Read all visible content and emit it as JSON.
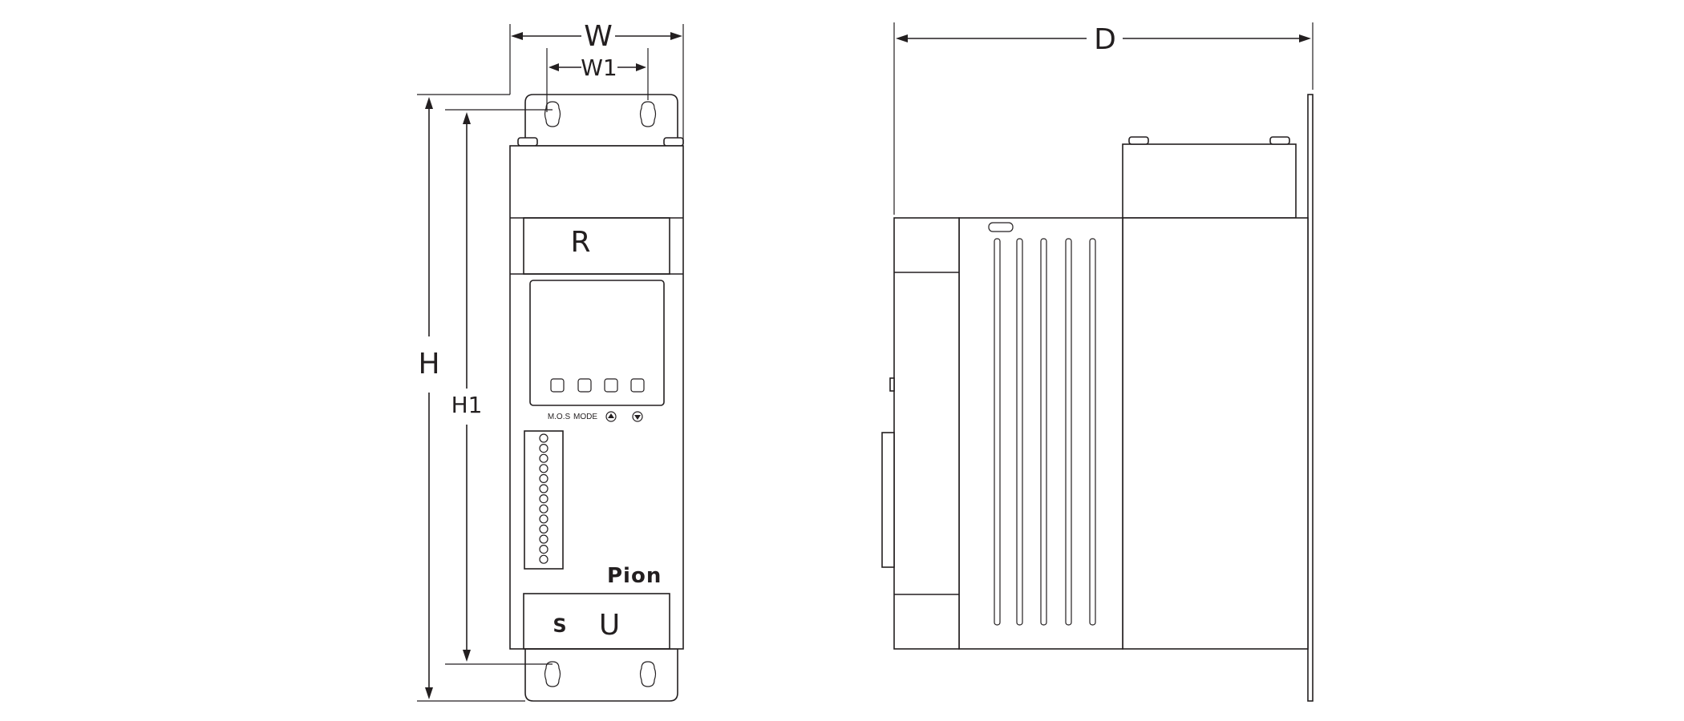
{
  "dimensions": {
    "width": "W",
    "width_inner": "W1",
    "height": "H",
    "height_inner": "H1",
    "depth": "D"
  },
  "terminals": {
    "top": "R",
    "bottom_small": "S",
    "bottom": "U"
  },
  "keypad": {
    "keys": [
      "M.O.S",
      "MODE"
    ]
  },
  "brand": "Pion",
  "colors": {
    "line": "#231f20",
    "background": "#ffffff"
  }
}
